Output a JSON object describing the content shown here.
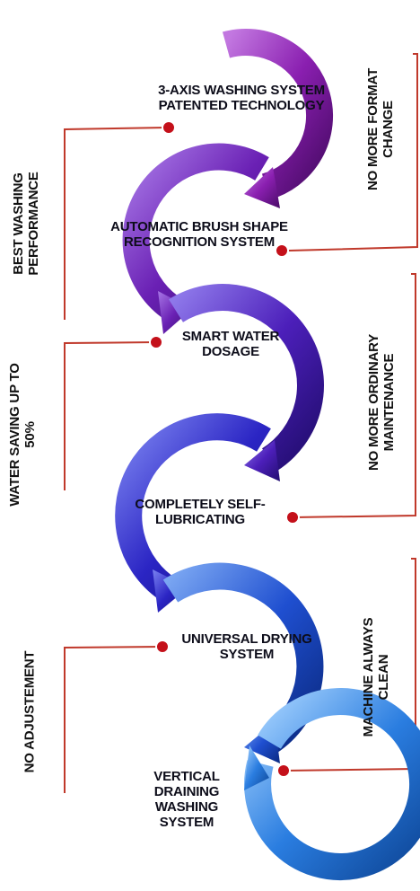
{
  "steps": [
    {
      "label": "3-AXIS WASHING SYSTEM PATENTED TECHNOLOGY",
      "color": "#8a1fb0"
    },
    {
      "label": "AUTOMATIC BRUSH SHAPE RECOGNITION SYSTEM",
      "color": "#6a20b4"
    },
    {
      "label": "SMART WATER DOSAGE",
      "color": "#4c1fba"
    },
    {
      "label": "COMPLETELY SELF-LUBRICATING",
      "color": "#2b25c4"
    },
    {
      "label": "UNIVERSAL DRYING SYSTEM",
      "color": "#1f4fd0"
    },
    {
      "label": "VERTICAL DRAINING WASHING SYSTEM",
      "color": "#2a7de0"
    }
  ],
  "benefits": [
    {
      "label": "NO MORE FORMAT CHANGE"
    },
    {
      "label": "BEST WASHING PERFORMANCE"
    },
    {
      "label": "NO MORE ORDINARY MAINTENANCE"
    },
    {
      "label": "WATER SAVING UP TO 50%"
    },
    {
      "label": "MACHINE ALWAYS CLEAN"
    },
    {
      "label": "NO ADJUSTEMENT"
    }
  ],
  "accents": {
    "connector": "#c0392b",
    "dot": "#c4101a"
  }
}
